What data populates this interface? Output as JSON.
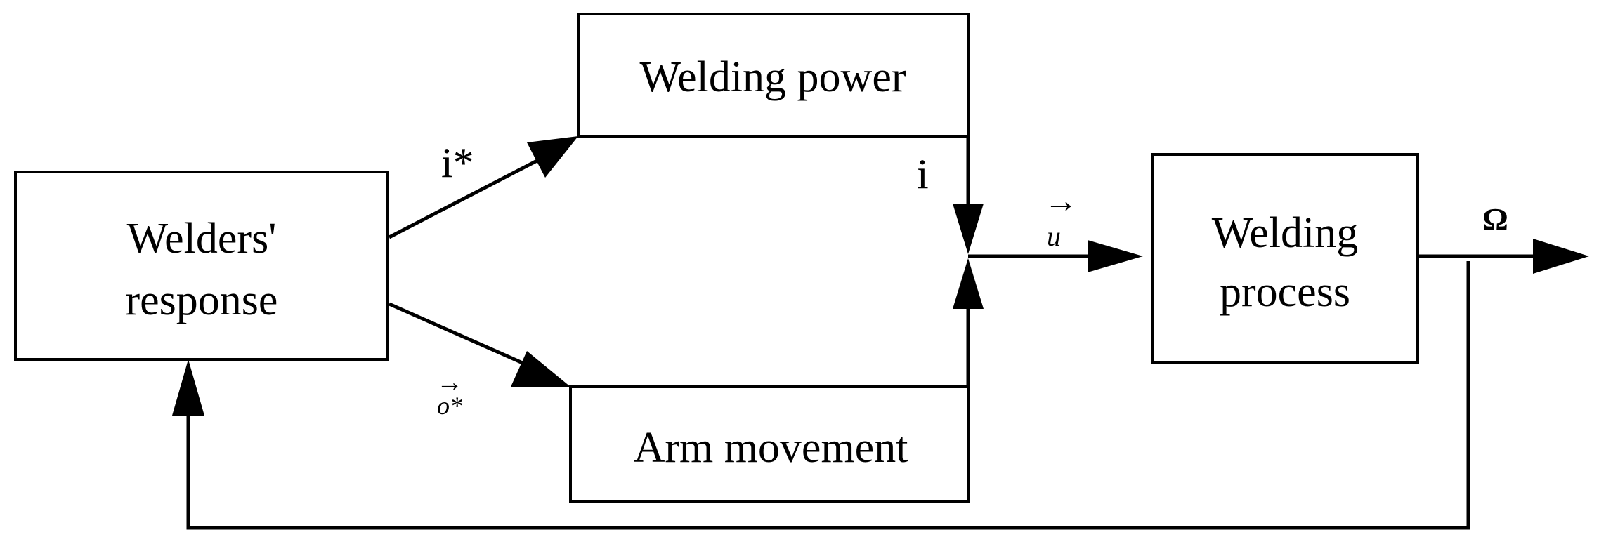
{
  "blocks": {
    "welders_response": {
      "line1": "Welders'",
      "line2": "response"
    },
    "welding_power": {
      "label": "Welding power"
    },
    "arm_movement": {
      "label": "Arm movement"
    },
    "welding_process": {
      "line1": "Welding",
      "line2": "process"
    }
  },
  "signals": {
    "current_reference": "i*",
    "current": "i",
    "orientation_reference": "o*",
    "input_vector": "u",
    "output": "Ω",
    "vector_mark": "→"
  }
}
